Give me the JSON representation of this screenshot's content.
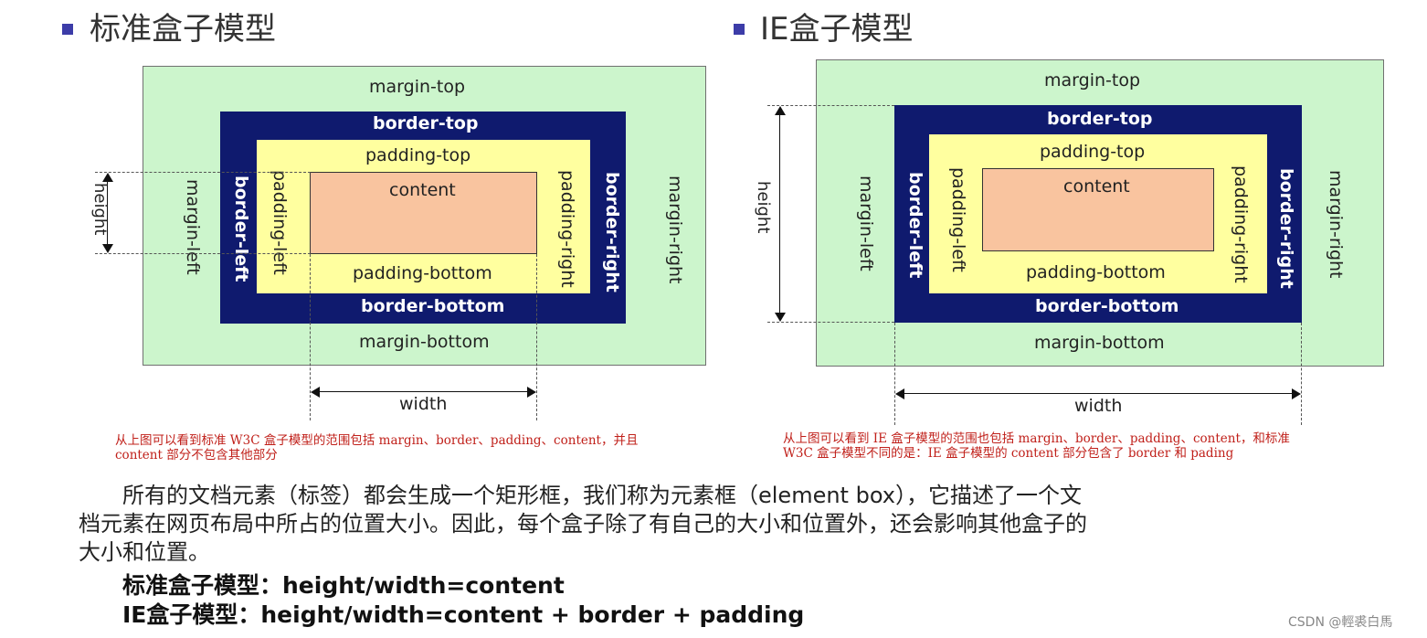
{
  "diagrams": {
    "standard": {
      "title": "标准盒子模型",
      "margin_top": "margin-top",
      "margin_bottom": "margin-bottom",
      "margin_left": "margin-left",
      "margin_right": "margin-right",
      "border_top": "border-top",
      "border_bottom": "border-bottom",
      "border_left": "border-left",
      "border_right": "border-right",
      "padding_top": "padding-top",
      "padding_bottom": "padding-bottom",
      "padding_left": "padding-left",
      "padding_right": "padding-right",
      "content": "content",
      "height": "height",
      "width": "width",
      "note_line1": "从上图可以看到标准 W3C 盒子模型的范围包括 margin、border、padding、content，并且",
      "note_line2": "content 部分不包含其他部分"
    },
    "ie": {
      "title": "IE盒子模型",
      "margin_top": "margin-top",
      "margin_bottom": "margin-bottom",
      "margin_left": "margin-left",
      "margin_right": "margin-right",
      "border_top": "border-top",
      "border_bottom": "border-bottom",
      "border_left": "border-left",
      "border_right": "border-right",
      "padding_top": "padding-top",
      "padding_bottom": "padding-bottom",
      "padding_left": "padding-left",
      "padding_right": "padding-right",
      "content": "content",
      "height": "height",
      "width": "width",
      "note_line1": "从上图可以看到 IE 盒子模型的范围也包括 margin、border、padding、content，和标准",
      "note_line2": "W3C 盒子模型不同的是：IE 盒子模型的 content 部分包含了 border 和 pading"
    }
  },
  "description": {
    "line1": "所有的文档元素（标签）都会生成一个矩形框，我们称为元素框（element box），它描述了一个文",
    "line2": "档元素在网页布局中所占的位置大小。因此，每个盒子除了有自己的大小和位置外，还会影响其他盒子的",
    "line3": "大小和位置。",
    "formula_standard": "标准盒子模型：height/width=content",
    "formula_ie": "IE盒子模型：height/width=content + border + padding"
  },
  "watermark": "CSDN @輕裘白馬",
  "colors": {
    "margin": "#ccf5cc",
    "border": "#0f1a6e",
    "padding": "#ffff9f",
    "content": "#f9c49f",
    "note": "#c0201a",
    "bullet": "#3c3ca8"
  }
}
